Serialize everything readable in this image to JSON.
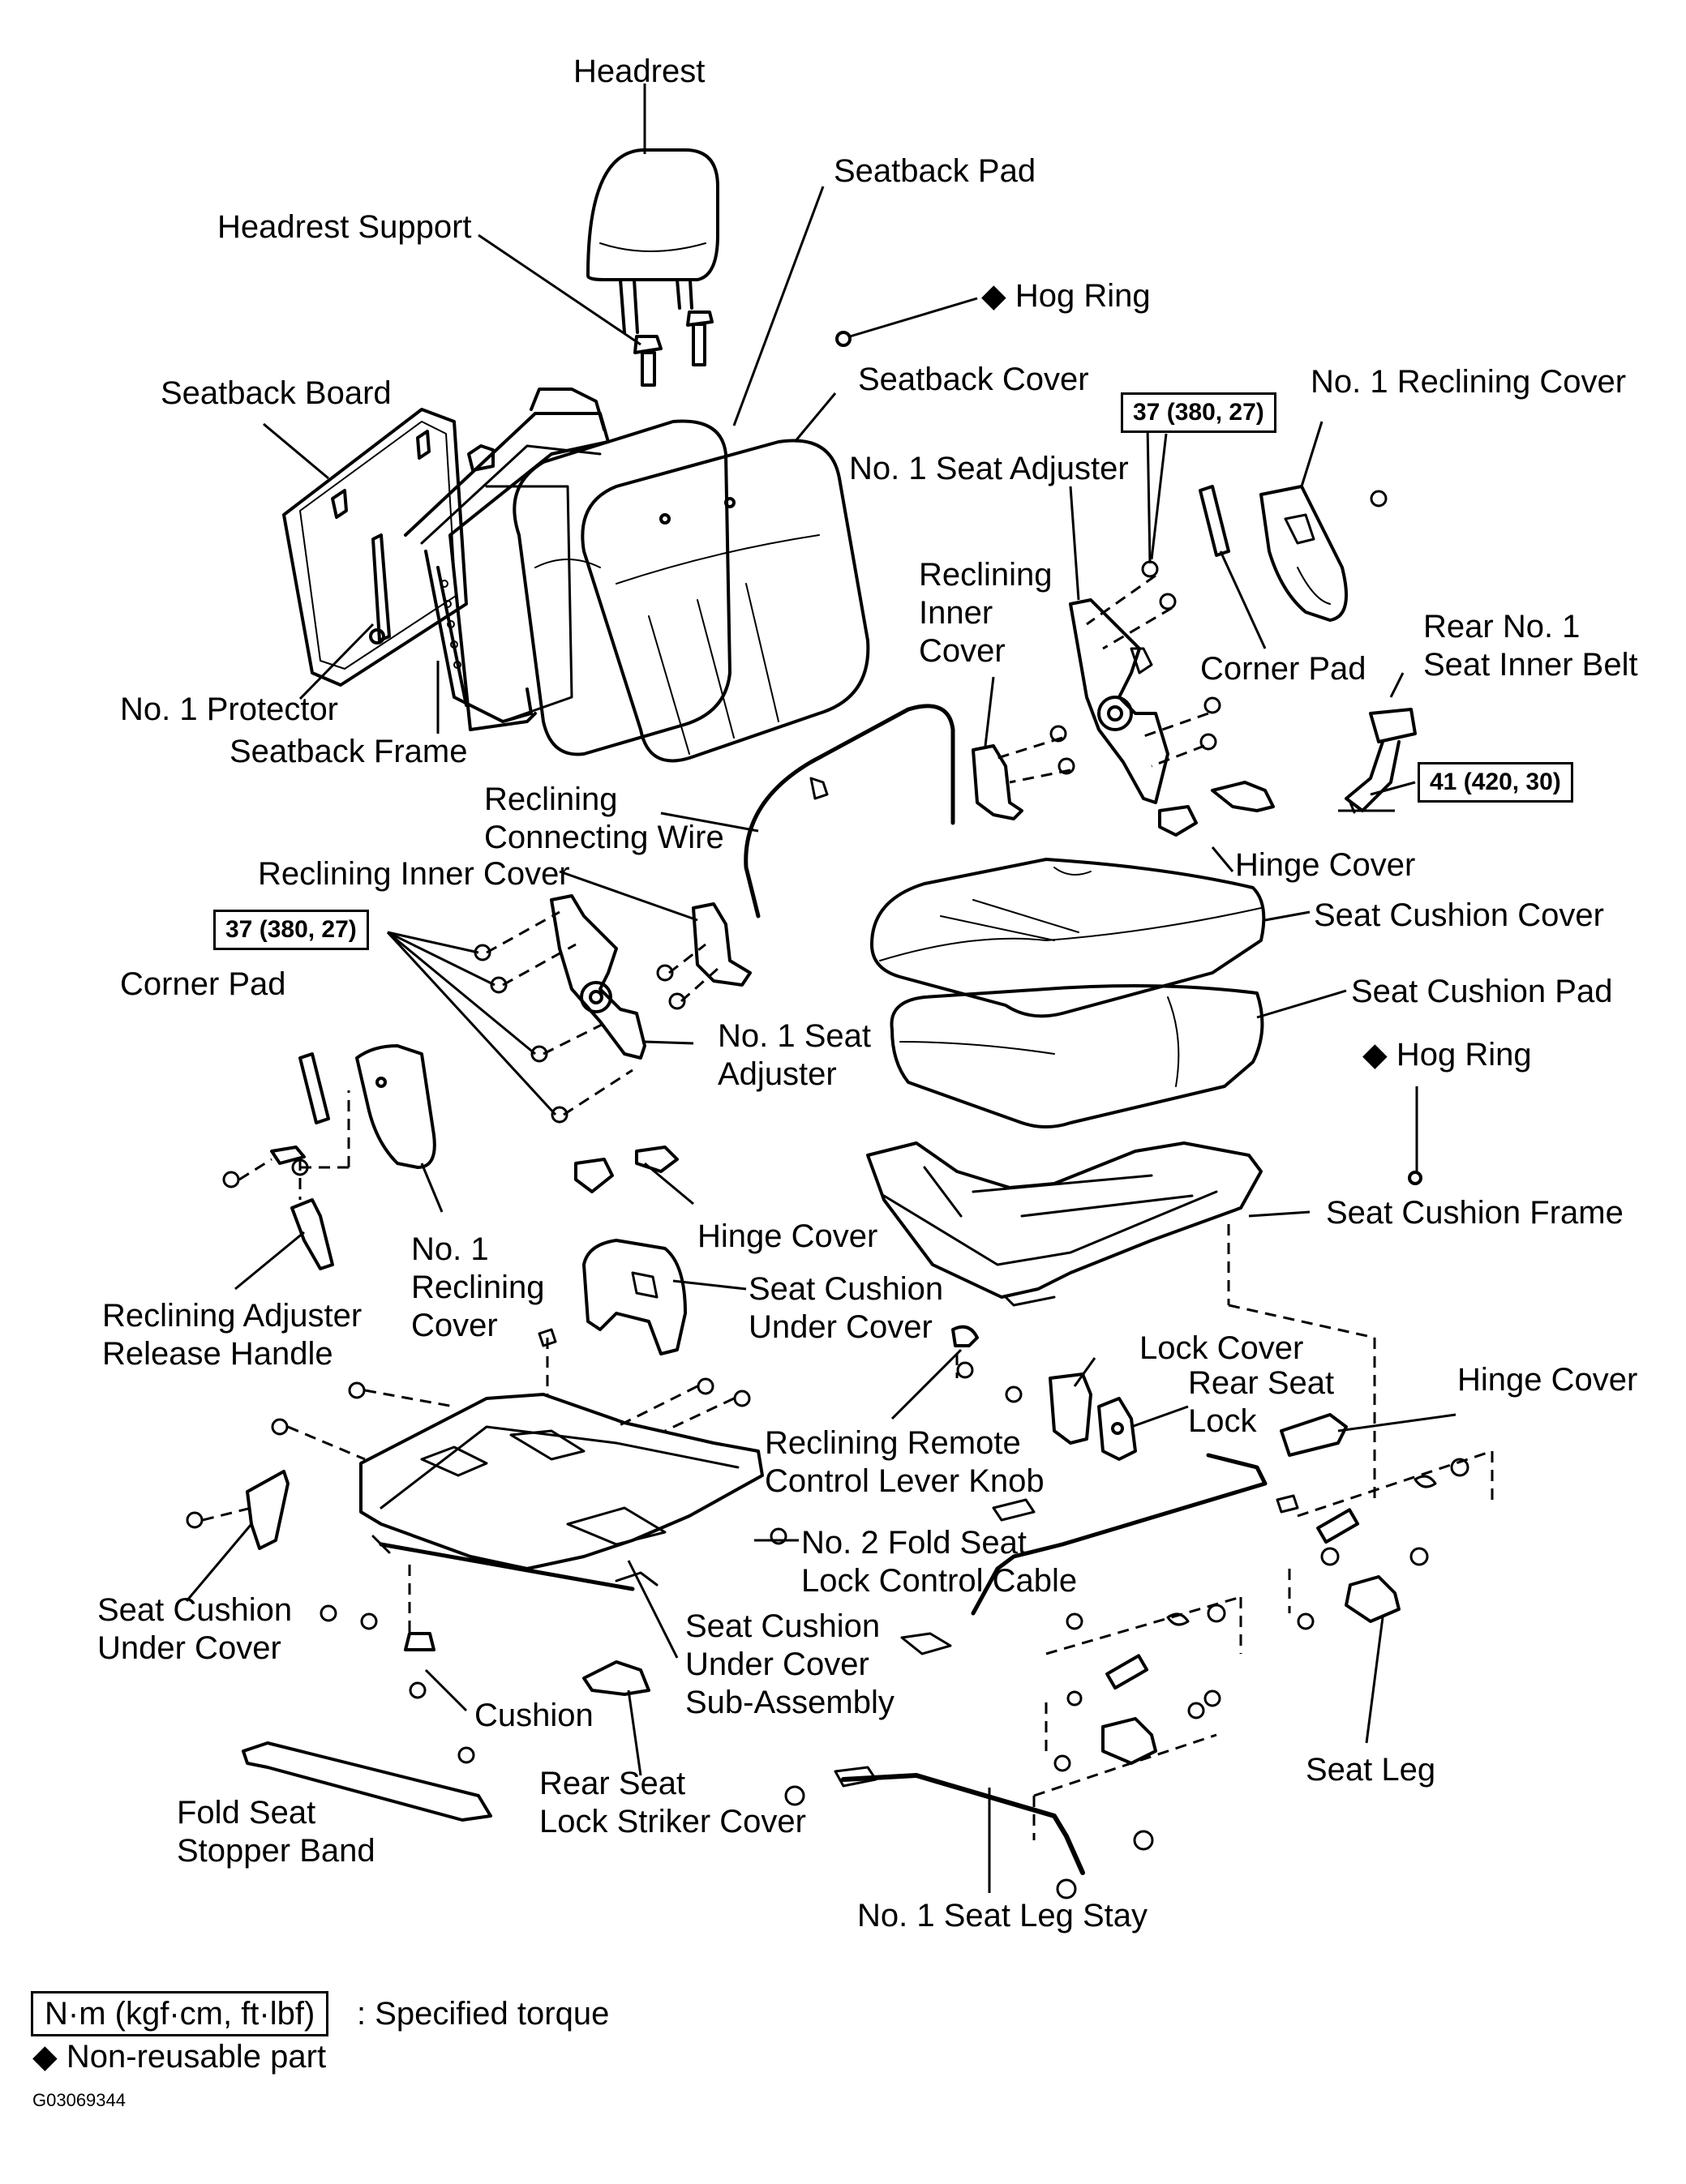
{
  "labels": {
    "headrest": "Headrest",
    "seatback_pad": "Seatback Pad",
    "headrest_support": "Headrest Support",
    "hog_ring_top": "Hog Ring",
    "seatback_board": "Seatback Board",
    "seatback_cover": "Seatback Cover",
    "no1_reclining_cover_top": "No. 1 Reclining Cover",
    "no1_seat_adjuster_top": "No. 1 Seat Adjuster",
    "reclining_inner_cover_top_1": "Reclining",
    "reclining_inner_cover_top_2": "Inner",
    "reclining_inner_cover_top_3": "Cover",
    "corner_pad_right": "Corner Pad",
    "rear_no1_seat_inner_belt_1": "Rear No. 1",
    "rear_no1_seat_inner_belt_2": "Seat Inner Belt",
    "no1_protector": "No. 1 Protector",
    "seatback_frame": "Seatback Frame",
    "reclining_connecting_wire_1": "Reclining",
    "reclining_connecting_wire_2": "Connecting Wire",
    "hinge_cover_top": "Hinge Cover",
    "reclining_inner_cover_left": "Reclining Inner Cover",
    "seat_cushion_cover": "Seat Cushion Cover",
    "seat_cushion_pad": "Seat Cushion Pad",
    "corner_pad_left": "Corner Pad",
    "no1_seat_adjuster_left_1": "No. 1 Seat",
    "no1_seat_adjuster_left_2": "Adjuster",
    "hog_ring_right": "Hog Ring",
    "hinge_cover_mid": "Hinge Cover",
    "seat_cushion_frame": "Seat Cushion Frame",
    "no1_reclining_cover_left_1": "No. 1",
    "no1_reclining_cover_left_2": "Reclining",
    "no1_reclining_cover_left_3": "Cover",
    "reclining_adjuster_release_handle_1": "Reclining Adjuster",
    "reclining_adjuster_release_handle_2": "Release Handle",
    "seat_cushion_under_cover_top_1": "Seat Cushion",
    "seat_cushion_under_cover_top_2": "Under Cover",
    "lock_cover": "Lock Cover",
    "rear_seat_lock_1": "Rear Seat",
    "rear_seat_lock_2": "Lock",
    "hinge_cover_right": "Hinge Cover",
    "reclining_remote_knob_1": "Reclining Remote",
    "reclining_remote_knob_2": "Control Lever Knob",
    "no2_fold_seat_cable_1": "No. 2 Fold Seat",
    "no2_fold_seat_cable_2": "Lock Control Cable",
    "seat_cushion_under_cover_left_1": "Seat Cushion",
    "seat_cushion_under_cover_left_2": "Under Cover",
    "seat_cushion_under_cover_sub_1": "Seat Cushion",
    "seat_cushion_under_cover_sub_2": "Under Cover",
    "seat_cushion_under_cover_sub_3": "Sub-Assembly",
    "cushion": "Cushion",
    "seat_leg": "Seat Leg",
    "fold_seat_stopper_band_1": "Fold Seat",
    "fold_seat_stopper_band_2": "Stopper Band",
    "rear_seat_lock_striker_cover_1": "Rear Seat",
    "rear_seat_lock_striker_cover_2": "Lock Striker Cover",
    "no1_seat_leg_stay": "No. 1 Seat Leg Stay"
  },
  "torques": {
    "top_right": "37 (380, 27)",
    "belt": "41 (420, 30)",
    "left": "37 (380, 27)"
  },
  "legend": {
    "torque_unit": "N·m (kgf·cm, ft·lbf)",
    "torque_text": ": Specified torque",
    "nonreusable_text": "Non-reusable part",
    "diamond_icon": "diamond-icon"
  },
  "figure_id": "G03069344"
}
